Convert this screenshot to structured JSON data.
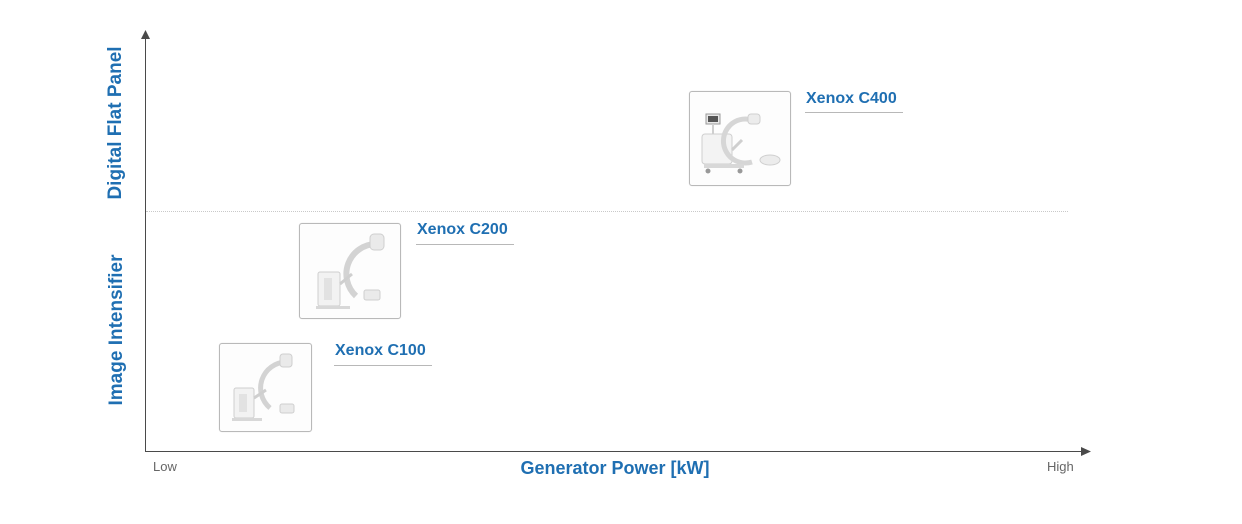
{
  "axes": {
    "x_title": "Generator Power [kW]",
    "x_low": "Low",
    "x_high": "High",
    "y_bands": [
      {
        "label": "Digital Flat Panel"
      },
      {
        "label": "Image Intensifier"
      }
    ]
  },
  "products": [
    {
      "name": "Xenox C400",
      "icon": "c-arm-flat-panel-device"
    },
    {
      "name": "Xenox C200",
      "icon": "c-arm-image-intensifier-device"
    },
    {
      "name": "Xenox C100",
      "icon": "c-arm-compact-device"
    }
  ],
  "colors": {
    "accent": "#1f6fb2",
    "axis": "#4a4a4a",
    "frame": "#b9b9b9"
  }
}
